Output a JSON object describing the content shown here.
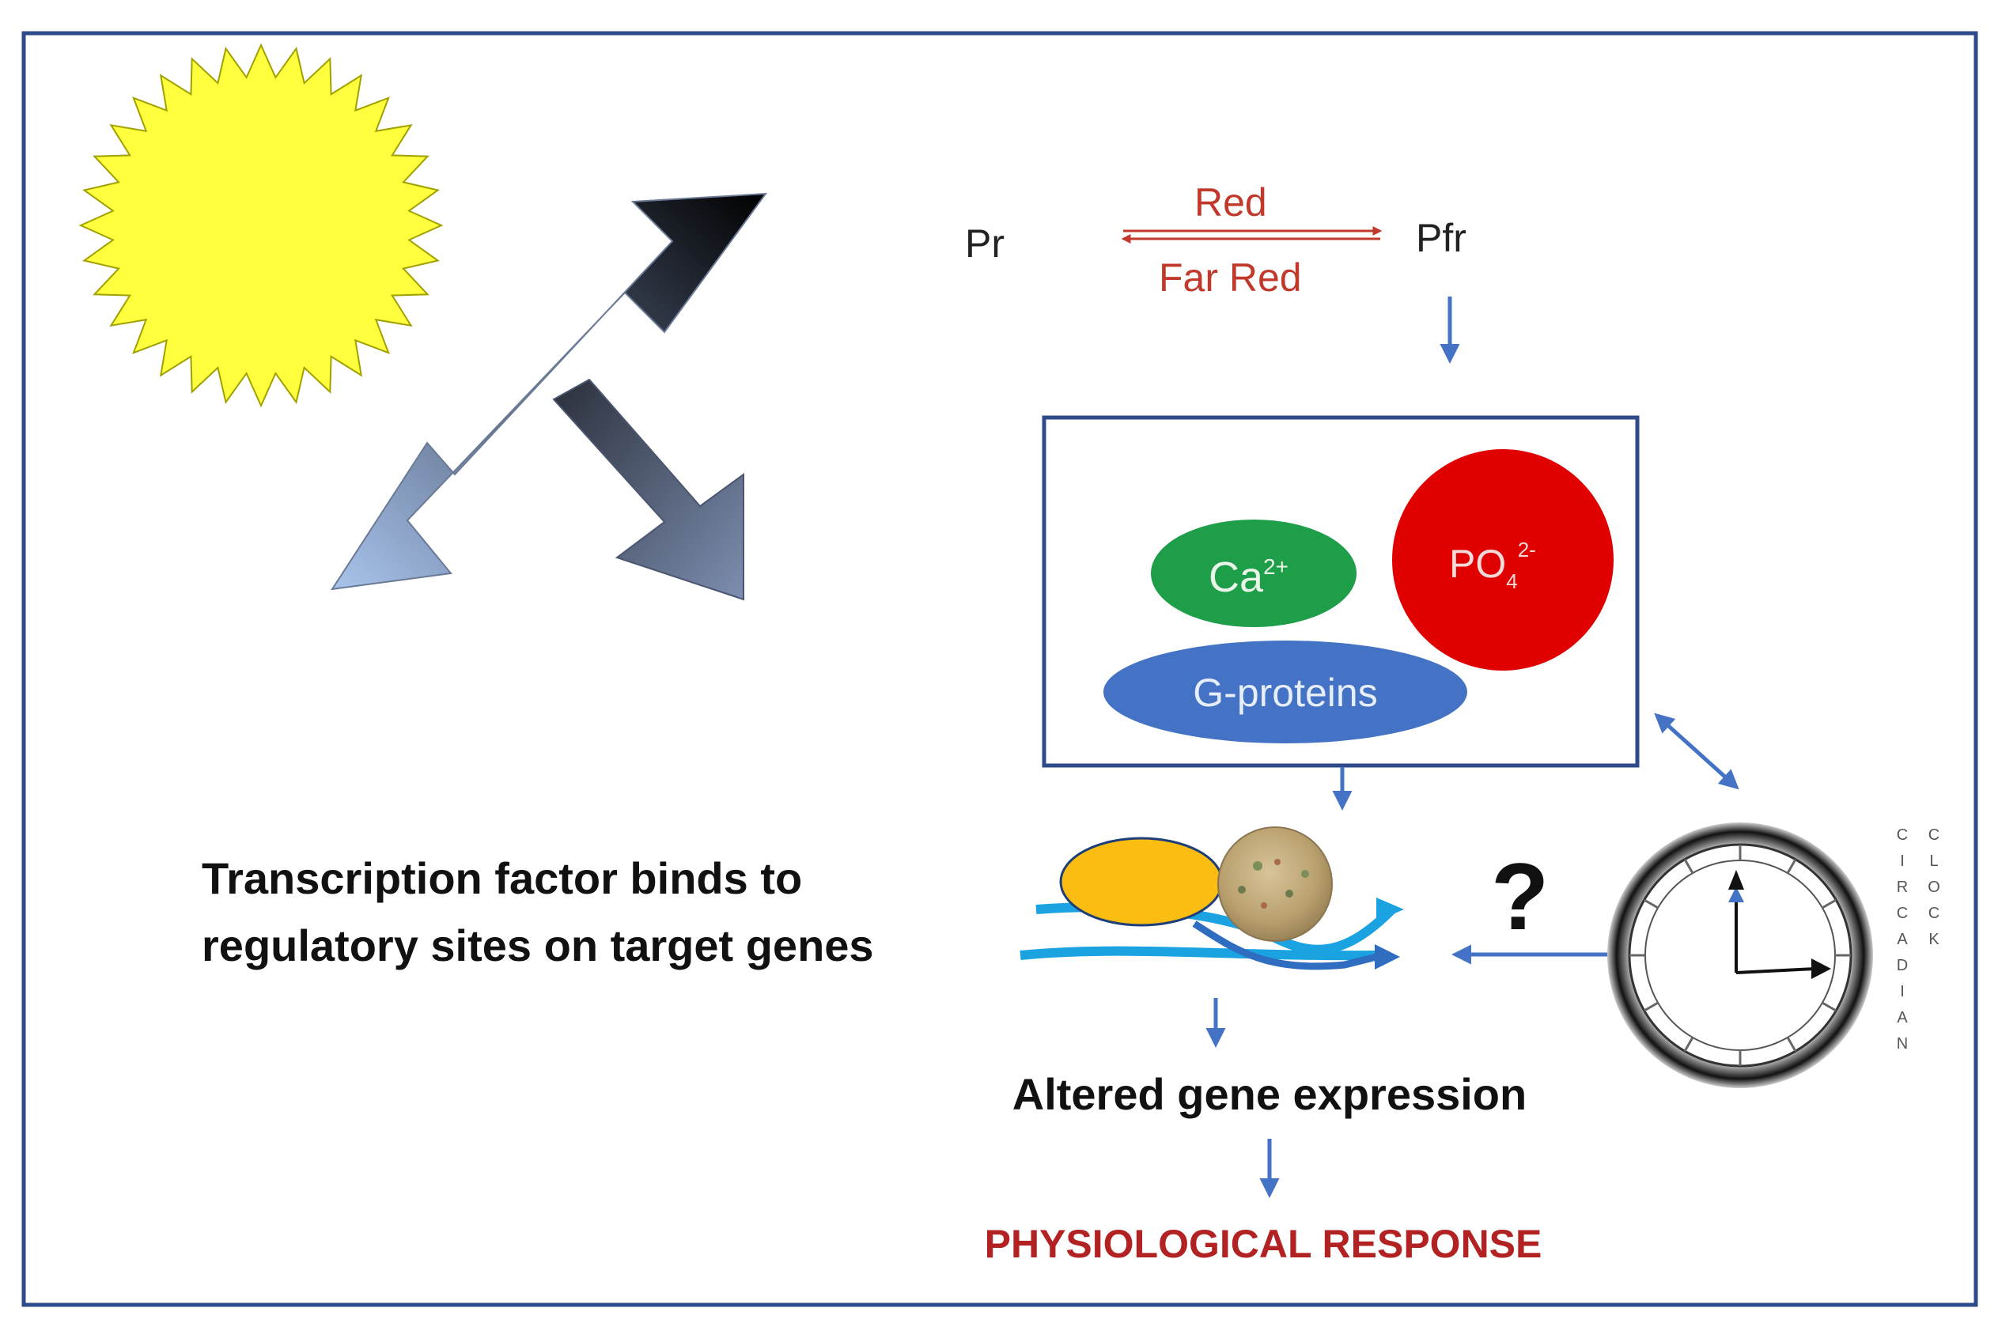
{
  "photo": {
    "pr_label": "Pr",
    "pfr_label": "Pfr",
    "red_label": "Red",
    "far_red_label": "Far Red"
  },
  "signaling": {
    "calcium": "Ca",
    "calcium_charge": "2+",
    "phosphate": "PO",
    "phosphate_subscript": "4",
    "phosphate_charge": "2-",
    "gproteins": "G-proteins"
  },
  "transcription": {
    "line1": "Transcription factor binds to",
    "line2": "regulatory sites on target genes",
    "question": "?"
  },
  "clock": {
    "label_circadian": [
      "C",
      "I",
      "R",
      "C",
      "A",
      "D",
      "I",
      "A",
      "N"
    ],
    "label_clock": [
      "C",
      "L",
      "O",
      "C",
      "K"
    ]
  },
  "outcome": {
    "expression": "Altered gene expression",
    "response": "PHYSIOLOGICAL RESPONSE"
  },
  "colors": {
    "frame": "#2e4a8a",
    "arrow_blue": "#4472c4",
    "red_text": "#c0392b",
    "response_red": "#b22222",
    "sun": "#ffff3d",
    "calcium": "#1f9e4a",
    "phosphate": "#e00000",
    "gproteins": "#4472c4",
    "tf_yellow": "#fbbd12",
    "dna_blue": "#1aa3e0"
  }
}
